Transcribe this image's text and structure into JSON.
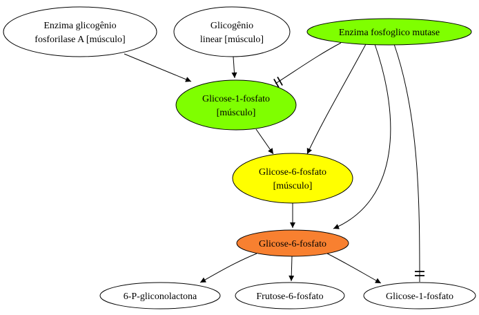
{
  "colors": {
    "white": "#ffffff",
    "green": "#7fff00",
    "yellow": "#ffff00",
    "orange": "#f88030",
    "stroke": "#000000"
  },
  "nodes": {
    "glycogen_phosphorylase": {
      "lines": [
        "Enzima glicogênio",
        "fosforilase A [músculo]"
      ],
      "fill": "white"
    },
    "linear_glycogen": {
      "lines": [
        "Glicogênio",
        "linear [músculo]"
      ],
      "fill": "white"
    },
    "phosphoglucomutase": {
      "lines": [
        "Enzima fosfoglico mutase"
      ],
      "fill": "green"
    },
    "g1p_muscle": {
      "lines": [
        "Glicose-1-fosfato",
        "[músculo]"
      ],
      "fill": "green"
    },
    "g6p_muscle": {
      "lines": [
        "Glicose-6-fosfato",
        "[músculo]"
      ],
      "fill": "yellow"
    },
    "g6p": {
      "lines": [
        "Glicose-6-fosfato"
      ],
      "fill": "orange"
    },
    "gluconolactone": {
      "lines": [
        "6-P-gliconolactona"
      ],
      "fill": "white"
    },
    "fructose6p": {
      "lines": [
        "Frutose-6-fosfato"
      ],
      "fill": "white"
    },
    "g1p": {
      "lines": [
        "Glicose-1-fosfato"
      ],
      "fill": "white"
    }
  },
  "edges": [
    {
      "from": "glycogen_phosphorylase",
      "to": "g1p_muscle",
      "head": "arrow"
    },
    {
      "from": "linear_glycogen",
      "to": "g1p_muscle",
      "head": "arrow"
    },
    {
      "from": "phosphoglucomutase",
      "to": "g1p_muscle",
      "head": "tee"
    },
    {
      "from": "phosphoglucomutase",
      "to": "g6p_muscle",
      "head": "arrow"
    },
    {
      "from": "phosphoglucomutase",
      "to": "g6p",
      "head": "arrow"
    },
    {
      "from": "phosphoglucomutase",
      "to": "g1p",
      "head": "tee"
    },
    {
      "from": "g1p_muscle",
      "to": "g6p_muscle",
      "head": "arrow"
    },
    {
      "from": "g6p_muscle",
      "to": "g6p",
      "head": "arrow"
    },
    {
      "from": "g6p",
      "to": "gluconolactone",
      "head": "arrow"
    },
    {
      "from": "g6p",
      "to": "fructose6p",
      "head": "arrow"
    },
    {
      "from": "g6p",
      "to": "g1p",
      "head": "arrow"
    }
  ]
}
